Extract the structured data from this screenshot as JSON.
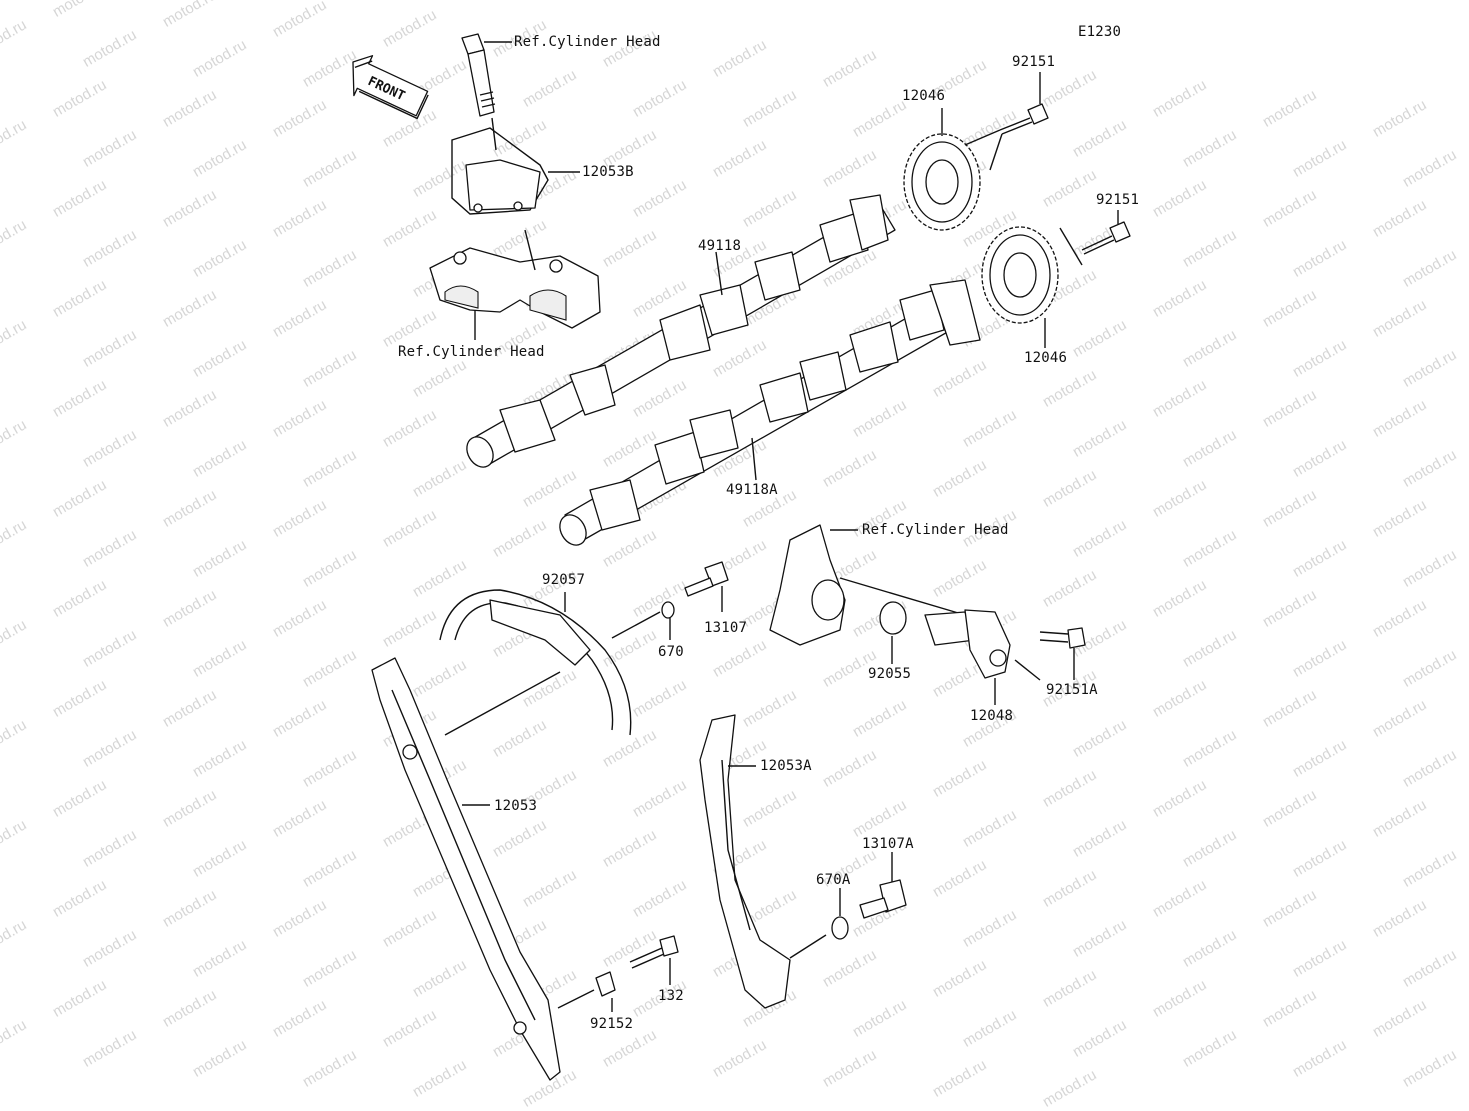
{
  "diagram_code": "E1230",
  "front_label": "FRONT",
  "watermark_text": "motod.ru",
  "labels": {
    "ref_cyl_head_top": "Ref.Cylinder Head",
    "p12053B": "12053B",
    "ref_cyl_head_left": "Ref.Cylinder Head",
    "p92151_top": "92151",
    "p12046_top": "12046",
    "p92151_mid": "92151",
    "p12046_bottom": "12046",
    "p49118": "49118",
    "p49118A": "49118A",
    "ref_cyl_head_right": "Ref.Cylinder Head",
    "p92057": "92057",
    "p13107": "13107",
    "p670": "670",
    "p92055": "92055",
    "p12048": "12048",
    "p92151A": "92151A",
    "p12053A": "12053A",
    "p12053": "12053",
    "p13107A": "13107A",
    "p670A": "670A",
    "p132": "132",
    "p92152": "92152"
  }
}
